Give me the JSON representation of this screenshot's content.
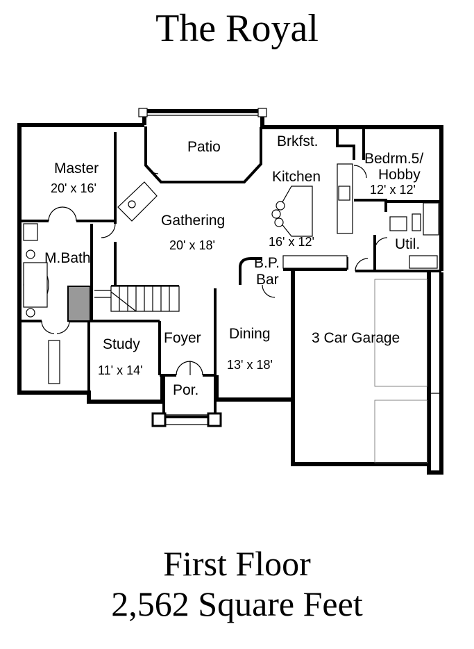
{
  "title": "The Royal",
  "footer": {
    "floor": "First Floor",
    "area": "2,562 Square Feet"
  },
  "rooms": {
    "master": {
      "name": "Master",
      "dims": "20' x 16'"
    },
    "mbath": {
      "name": "M.Bath"
    },
    "patio": {
      "name": "Patio"
    },
    "gathering": {
      "name": "Gathering",
      "dims": "20' x 18'"
    },
    "brkfst": {
      "name": "Brkfst."
    },
    "kitchen": {
      "name": "Kitchen",
      "dims": "16' x 12'"
    },
    "bedrm5": {
      "name_line1": "Bedrm.5/",
      "name_line2": "Hobby",
      "dims": "12' x 12'"
    },
    "util": {
      "name": "Util."
    },
    "bp_bar": {
      "name_line1": "B.P.",
      "name_line2": "Bar"
    },
    "study": {
      "name": "Study",
      "dims": "11' x 14'"
    },
    "foyer": {
      "name": "Foyer"
    },
    "porch": {
      "name": "Por."
    },
    "dining": {
      "name": "Dining",
      "dims": "13' x 18'"
    },
    "garage": {
      "name": "3 Car Garage"
    }
  }
}
